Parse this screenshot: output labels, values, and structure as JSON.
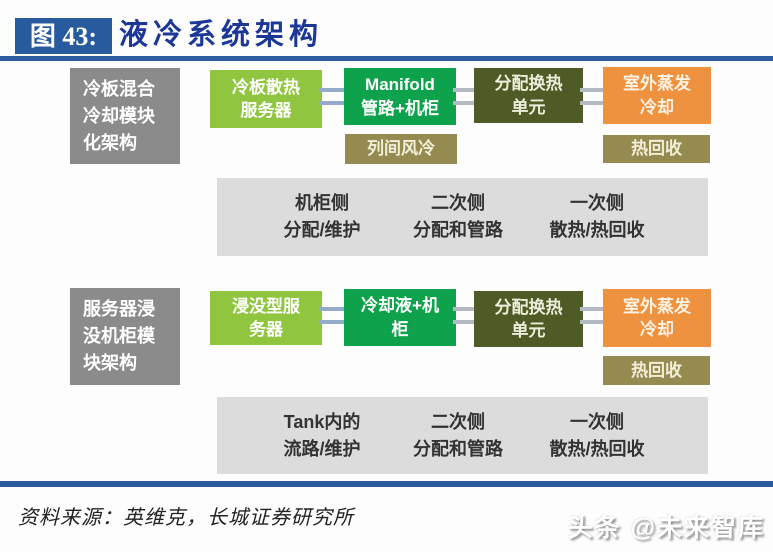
{
  "header": {
    "figure_label": "图 43:",
    "title": "液冷系统架构"
  },
  "architectures": [
    {
      "side_label": "冷板混合\n冷却模块\n化架构",
      "boxes": {
        "server": "冷板散热\n服务器",
        "manifold": "Manifold\n管路+机柜",
        "air_cooling": "列间风冷",
        "cdu": "分配换热\n单元",
        "outdoor": "室外蒸发\n冷却",
        "heat_recovery": "热回收"
      },
      "stage_labels": [
        {
          "title": "机柜侧",
          "desc": "分配/维护"
        },
        {
          "title": "二次侧",
          "desc": "分配和管路"
        },
        {
          "title": "一次侧",
          "desc": "散热/热回收"
        }
      ]
    },
    {
      "side_label": "服务器浸\n没机柜模\n块架构",
      "boxes": {
        "server": "浸没型服\n务器",
        "manifold": "冷却液+机\n柜",
        "cdu": "分配换热\n单元",
        "outdoor": "室外蒸发\n冷却",
        "heat_recovery": "热回收"
      },
      "stage_labels": [
        {
          "title": "Tank内的",
          "desc": "流路/维护"
        },
        {
          "title": "二次侧",
          "desc": "分配和管路"
        },
        {
          "title": "一次侧",
          "desc": "散热/热回收"
        }
      ]
    }
  ],
  "footer": {
    "source": "资料来源：英维克，长城证券研究所",
    "watermark": "头条 @未来智库"
  },
  "colors": {
    "figure_badge": "#275b9d",
    "title_text": "#1c3795",
    "divider_rule": "#2c5c9f",
    "side_box": "#8b8b8b",
    "server_box": "#8fc53f",
    "manifold_box": "#0fa24d",
    "cdu_box": "#4e5b27",
    "outdoor_box": "#ef923f",
    "olive_box": "#958b51",
    "stage_band": "#dcdcdc",
    "connector_blue": "#93aacb",
    "connector_gray": "#b3bac2"
  }
}
